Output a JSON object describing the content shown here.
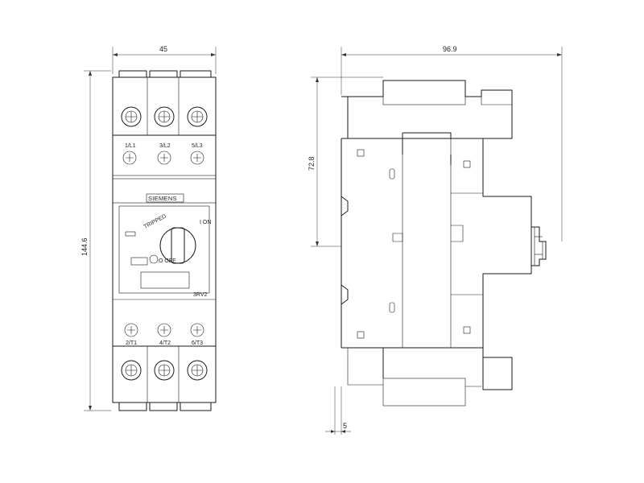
{
  "dimensions": {
    "front_width": "45",
    "front_height": "144.6",
    "side_width": "96.9",
    "side_height_upper": "72.8",
    "rail_offset": "5"
  },
  "labels": {
    "brand": "SIEMENS",
    "terminal_top": [
      "1/L1",
      "3/L2",
      "5/L3"
    ],
    "terminal_bottom": [
      "2/T1",
      "4/T2",
      "6/T3"
    ],
    "on": "I ON",
    "off": "O OFF",
    "tripped": "TRIPPED",
    "model": "3RV2"
  }
}
